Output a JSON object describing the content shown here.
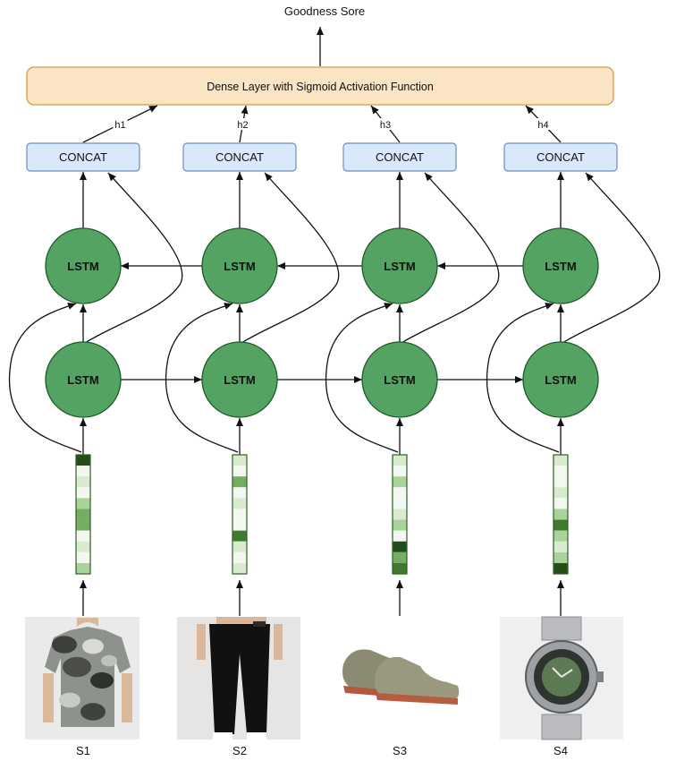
{
  "title": "Goodness Sore",
  "dense": {
    "label": "Dense Layer with Sigmoid Activation Function",
    "fill": "#FBE4C3",
    "stroke": "#D79B3A"
  },
  "concat": {
    "label": "CONCAT",
    "fill": "#DAE8FC",
    "stroke": "#6C8EBF"
  },
  "lstm": {
    "label": "LSTM",
    "fill": "#55A363",
    "stroke": "#1F5A2A"
  },
  "columns": [
    {
      "hidden": "h1",
      "item": "S1",
      "product": "camo t-shirt",
      "vector": [
        5,
        0,
        1,
        0,
        2,
        3,
        3,
        0,
        1,
        0,
        2
      ]
    },
    {
      "hidden": "h2",
      "item": "S2",
      "product": "black jeans",
      "vector": [
        1,
        0,
        3,
        0,
        1,
        0,
        0,
        4,
        1,
        0,
        1
      ]
    },
    {
      "hidden": "h3",
      "item": "S3",
      "product": "grey sneakers",
      "vector": [
        1,
        0,
        2,
        0,
        0,
        1,
        2,
        0,
        5,
        3,
        4
      ]
    },
    {
      "hidden": "h4",
      "item": "S4",
      "product": "wrist watch",
      "vector": [
        1,
        0,
        0,
        1,
        0,
        2,
        4,
        2,
        1,
        2,
        5
      ]
    }
  ],
  "vector_shades": [
    "#F2F8EF",
    "#D8EBCF",
    "#A9D39A",
    "#74AE63",
    "#3F7A2F",
    "#234E1A"
  ]
}
